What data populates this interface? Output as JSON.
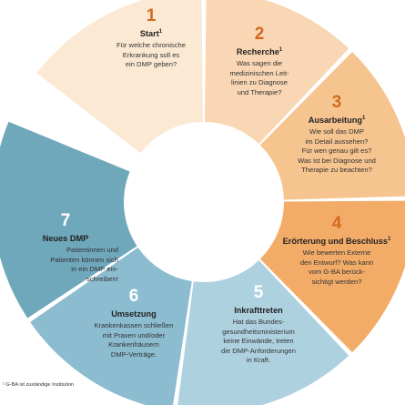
{
  "colors": {
    "seg1": "#fce9d4",
    "seg2": "#f9d7b4",
    "seg3": "#f6c48f",
    "seg4": "#f3ac68",
    "seg5": "#aed1e0",
    "seg6": "#8bbccf",
    "seg7": "#6fa7bb",
    "warm_number": "#d46a1e",
    "cool_number": "#ffffff"
  },
  "steps": [
    {
      "number": "1",
      "title": "Start",
      "sup": "1",
      "description": [
        "Für welche chronische",
        "Erkrankung soll es",
        "ein DMP geben?"
      ]
    },
    {
      "number": "2",
      "title": "Recherche",
      "sup": "1",
      "description": [
        "Was sagen die",
        "medizinischen Leit-",
        "linien zu Diagnose",
        "und Therapie?"
      ]
    },
    {
      "number": "3",
      "title": "Ausarbeitung",
      "sup": "1",
      "description": [
        "Wie soll das DMP",
        "im Detail aussehen?",
        "Für wen genau gilt es?",
        "Was ist bei Diagnose und",
        "Therapie zu beachten?"
      ]
    },
    {
      "number": "4",
      "title": "Erörterung und Beschluss",
      "sup": "1",
      "description": [
        "Wie bewerten Externe",
        "den Entwurf? Was kann",
        "vom G-BA berück-",
        "sichtigt werden?"
      ]
    },
    {
      "number": "5",
      "title": "Inkrafttreten",
      "sup": "",
      "description": [
        "Hat das Bundes-",
        "gesundheitsministerium",
        "keine Einwände, treten",
        "die DMP-Anforderungen",
        "in Kraft."
      ]
    },
    {
      "number": "6",
      "title": "Umsetzung",
      "sup": "",
      "description": [
        "Krankenkassen schließen",
        "mit Praxen und/oder",
        "Krankenhäusern",
        "DMP-Verträge."
      ]
    },
    {
      "number": "7",
      "title": "Neues DMP",
      "sup": "",
      "description": [
        "Patientinnen und",
        "Patienten können sich",
        "in ein DMP ein-",
        "schreiben!"
      ]
    }
  ],
  "footnote": "¹ G-BA ist zuständige Institution"
}
